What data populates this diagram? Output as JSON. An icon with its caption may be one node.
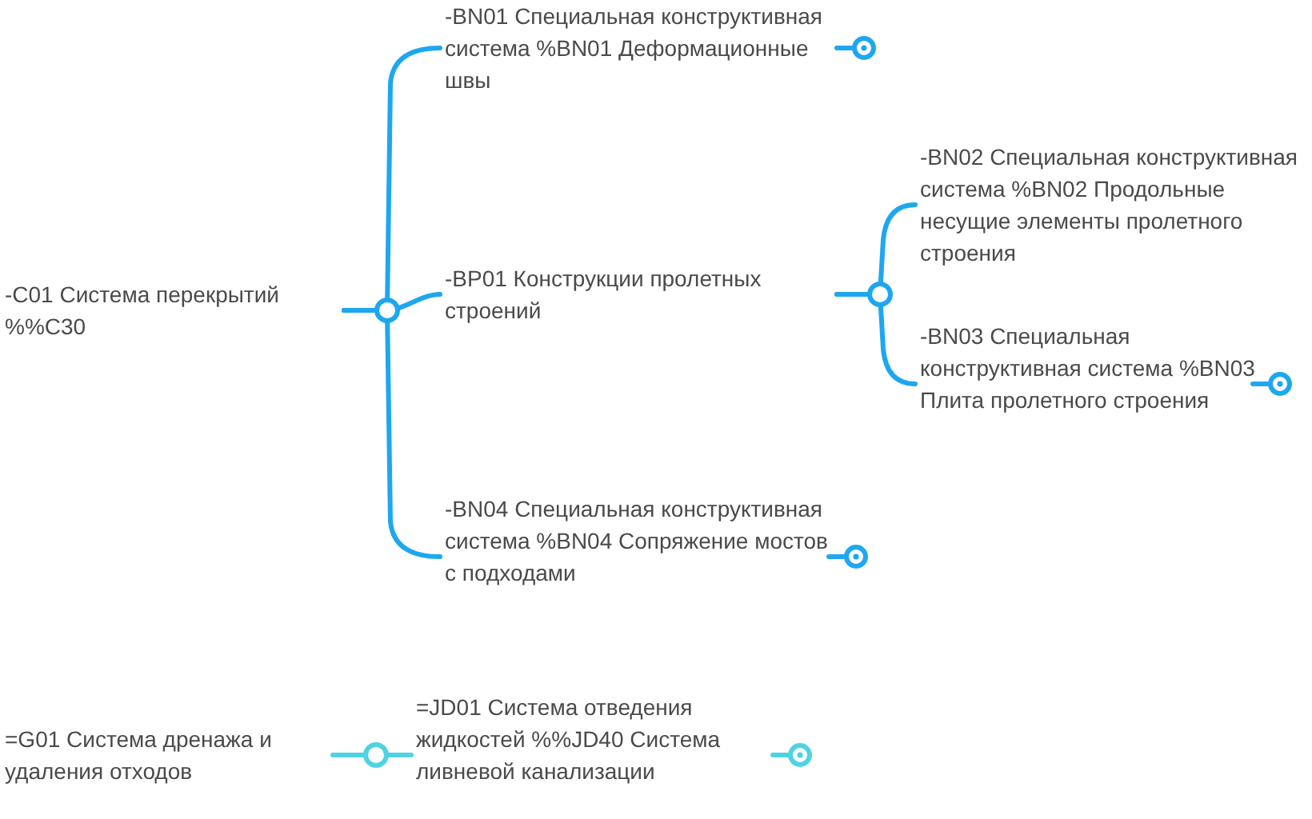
{
  "diagram": {
    "nodes": [
      {
        "text": [
          "-C01 Система перекрытий %%C30"
        ]
      },
      {
        "text": [
          "-BN01 Специальная конструктивная система %BN01 Деформационные швы"
        ]
      },
      {
        "text": [
          "-BP01 Конструкции пролетных строений"
        ]
      },
      {
        "text": [
          "-BN02 Специальная конструктивная система %BN02 Продольные несущие элементы пролетного строения"
        ]
      },
      {
        "text": [
          "-BN03 Специальная конструктивная система %BN03 Плита пролетного строения"
        ]
      },
      {
        "text": [
          "-BN04 Специальная конструктивная система %BN04 Сопряжение мостов с подходами"
        ]
      },
      {
        "text": [
          "=G01 Система дренажа и удаления отходов"
        ]
      },
      {
        "text": [
          "=JD01 Система отведения жидкостей %%JD40 Система ливневой канализации"
        ]
      }
    ],
    "edges": [
      {
        "from": 0,
        "to": 1,
        "arrow": "none"
      },
      {
        "from": 0,
        "to": 2,
        "arrow": "none"
      },
      {
        "from": 0,
        "to": 5,
        "arrow": "none"
      },
      {
        "from": 2,
        "to": 3,
        "arrow": "none"
      },
      {
        "from": 2,
        "to": 4,
        "arrow": "none"
      },
      {
        "from": 6,
        "to": 7,
        "arrow": "none",
        "color": "#4fd3e3"
      }
    ]
  }
}
